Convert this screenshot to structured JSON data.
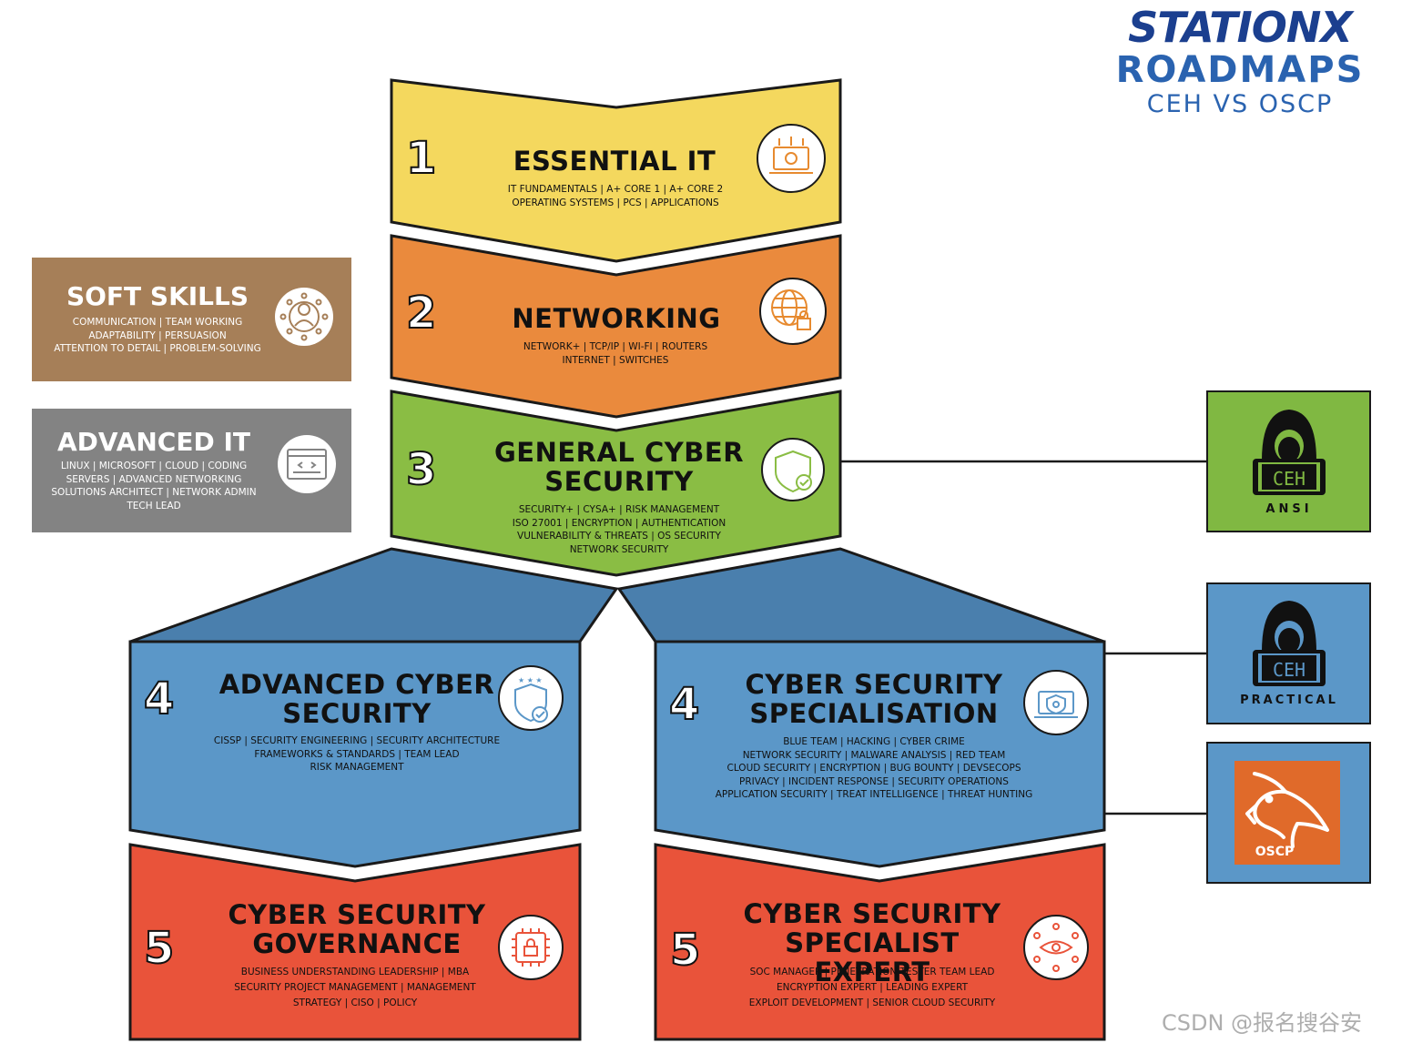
{
  "brand": {
    "name": "STATIONX",
    "product": "ROADMAPS",
    "subtitle": "CEH VS OSCP",
    "color": "#1b3f8f"
  },
  "colors": {
    "yellow": "#f4d85e",
    "orange": "#ea8a3d",
    "green": "#8abd44",
    "blue": "#5b97c8",
    "blue_dark": "#4a7fad",
    "red": "#e9533a",
    "soft_skills_bg": "#a67f58",
    "advanced_it_bg": "#838383",
    "cert_green": "#80b842",
    "cert_blue": "#5b97c8",
    "oscp_orange": "#e06a2a"
  },
  "stages": [
    {
      "number": "1",
      "title": "ESSENTIAL IT",
      "lines": [
        "IT FUNDAMENTALS  |  A+ CORE 1  |  A+ CORE 2",
        "OPERATING SYSTEMS  |  PCS  |  APPLICATIONS"
      ],
      "icon": "laptop-gear-icon"
    },
    {
      "number": "2",
      "title": "NETWORKING",
      "lines": [
        "NETWORK+  |  TCP/IP  |  WI-FI  |  ROUTERS",
        "INTERNET  |  SWITCHES"
      ],
      "icon": "globe-lock-icon"
    },
    {
      "number": "3",
      "title_lines": [
        "GENERAL CYBER",
        "SECURITY"
      ],
      "lines": [
        "SECURITY+  |  CYSA+  |  RISK MANAGEMENT",
        "ISO 27001  |  ENCRYPTION  |  AUTHENTICATION",
        "VULNERABILITY & THREATS  |  OS SECURITY",
        "NETWORK SECURITY"
      ],
      "icon": "shield-check-icon"
    },
    {
      "number": "4",
      "title_lines": [
        "ADVANCED CYBER",
        "SECURITY"
      ],
      "lines": [
        "CISSP | SECURITY ENGINEERING | SECURITY ARCHITECTURE",
        "FRAMEWORKS & STANDARDS | TEAM LEAD",
        "RISK MANAGEMENT"
      ],
      "icon": "shield-stars-icon"
    },
    {
      "number": "4",
      "title_lines": [
        "CYBER SECURITY",
        "SPECIALISATION"
      ],
      "lines": [
        "BLUE TEAM | HACKING | CYBER CRIME",
        "NETWORK SECURITY | MALWARE ANALYSIS | RED TEAM",
        "CLOUD SECURITY | ENCRYPTION | BUG BOUNTY | DEVSECOPS",
        "PRIVACY | INCIDENT RESPONSE | SECURITY OPERATIONS",
        "APPLICATION SECURITY | TREAT INTELLIGENCE | THREAT HUNTING"
      ],
      "icon": "laptop-shield-icon"
    },
    {
      "number": "5",
      "title_lines": [
        "CYBER SECURITY",
        "GOVERNANCE"
      ],
      "lines": [
        "BUSINESS UNDERSTANDING  LEADERSHIP | MBA",
        "SECURITY PROJECT MANAGEMENT | MANAGEMENT",
        "STRATEGY | CISO | POLICY"
      ],
      "icon": "chip-lock-icon"
    },
    {
      "number": "5",
      "title_lines": [
        "CYBER SECURITY",
        "SPECIALIST EXPERT"
      ],
      "lines": [
        "SOC MANAGER | PENETRATION TESTER TEAM LEAD",
        "ENCRYPTION EXPERT | LEADING EXPERT",
        "EXPLOIT DEVELOPMENT | SENIOR CLOUD SECURITY"
      ],
      "icon": "eye-network-icon"
    }
  ],
  "side_boxes": [
    {
      "title": "SOFT SKILLS",
      "lines": [
        "COMMUNICATION  |  TEAM WORKING",
        "ADAPTABILITY  |  PERSUASION",
        "ATTENTION TO DETAIL  |  PROBLEM-SOLVING"
      ],
      "icon": "people-network-icon"
    },
    {
      "title": "ADVANCED IT",
      "lines": [
        "LINUX  |  MICROSOFT  |  CLOUD  |  CODING",
        "SERVERS  |  ADVANCED NETWORKING",
        "SOLUTIONS ARCHITECT  |  NETWORK ADMIN",
        "TECH LEAD"
      ],
      "icon": "code-window-icon"
    }
  ],
  "certs": [
    {
      "label": "CEH",
      "caption": "ANSI",
      "icon": "hooded-hacker-icon"
    },
    {
      "label": "CEH",
      "caption": "PRACTICAL",
      "icon": "hooded-hacker-icon"
    },
    {
      "label": "OSCP",
      "icon": "dragon-logo-icon"
    }
  ],
  "watermark": "CSDN @报名搜谷安"
}
